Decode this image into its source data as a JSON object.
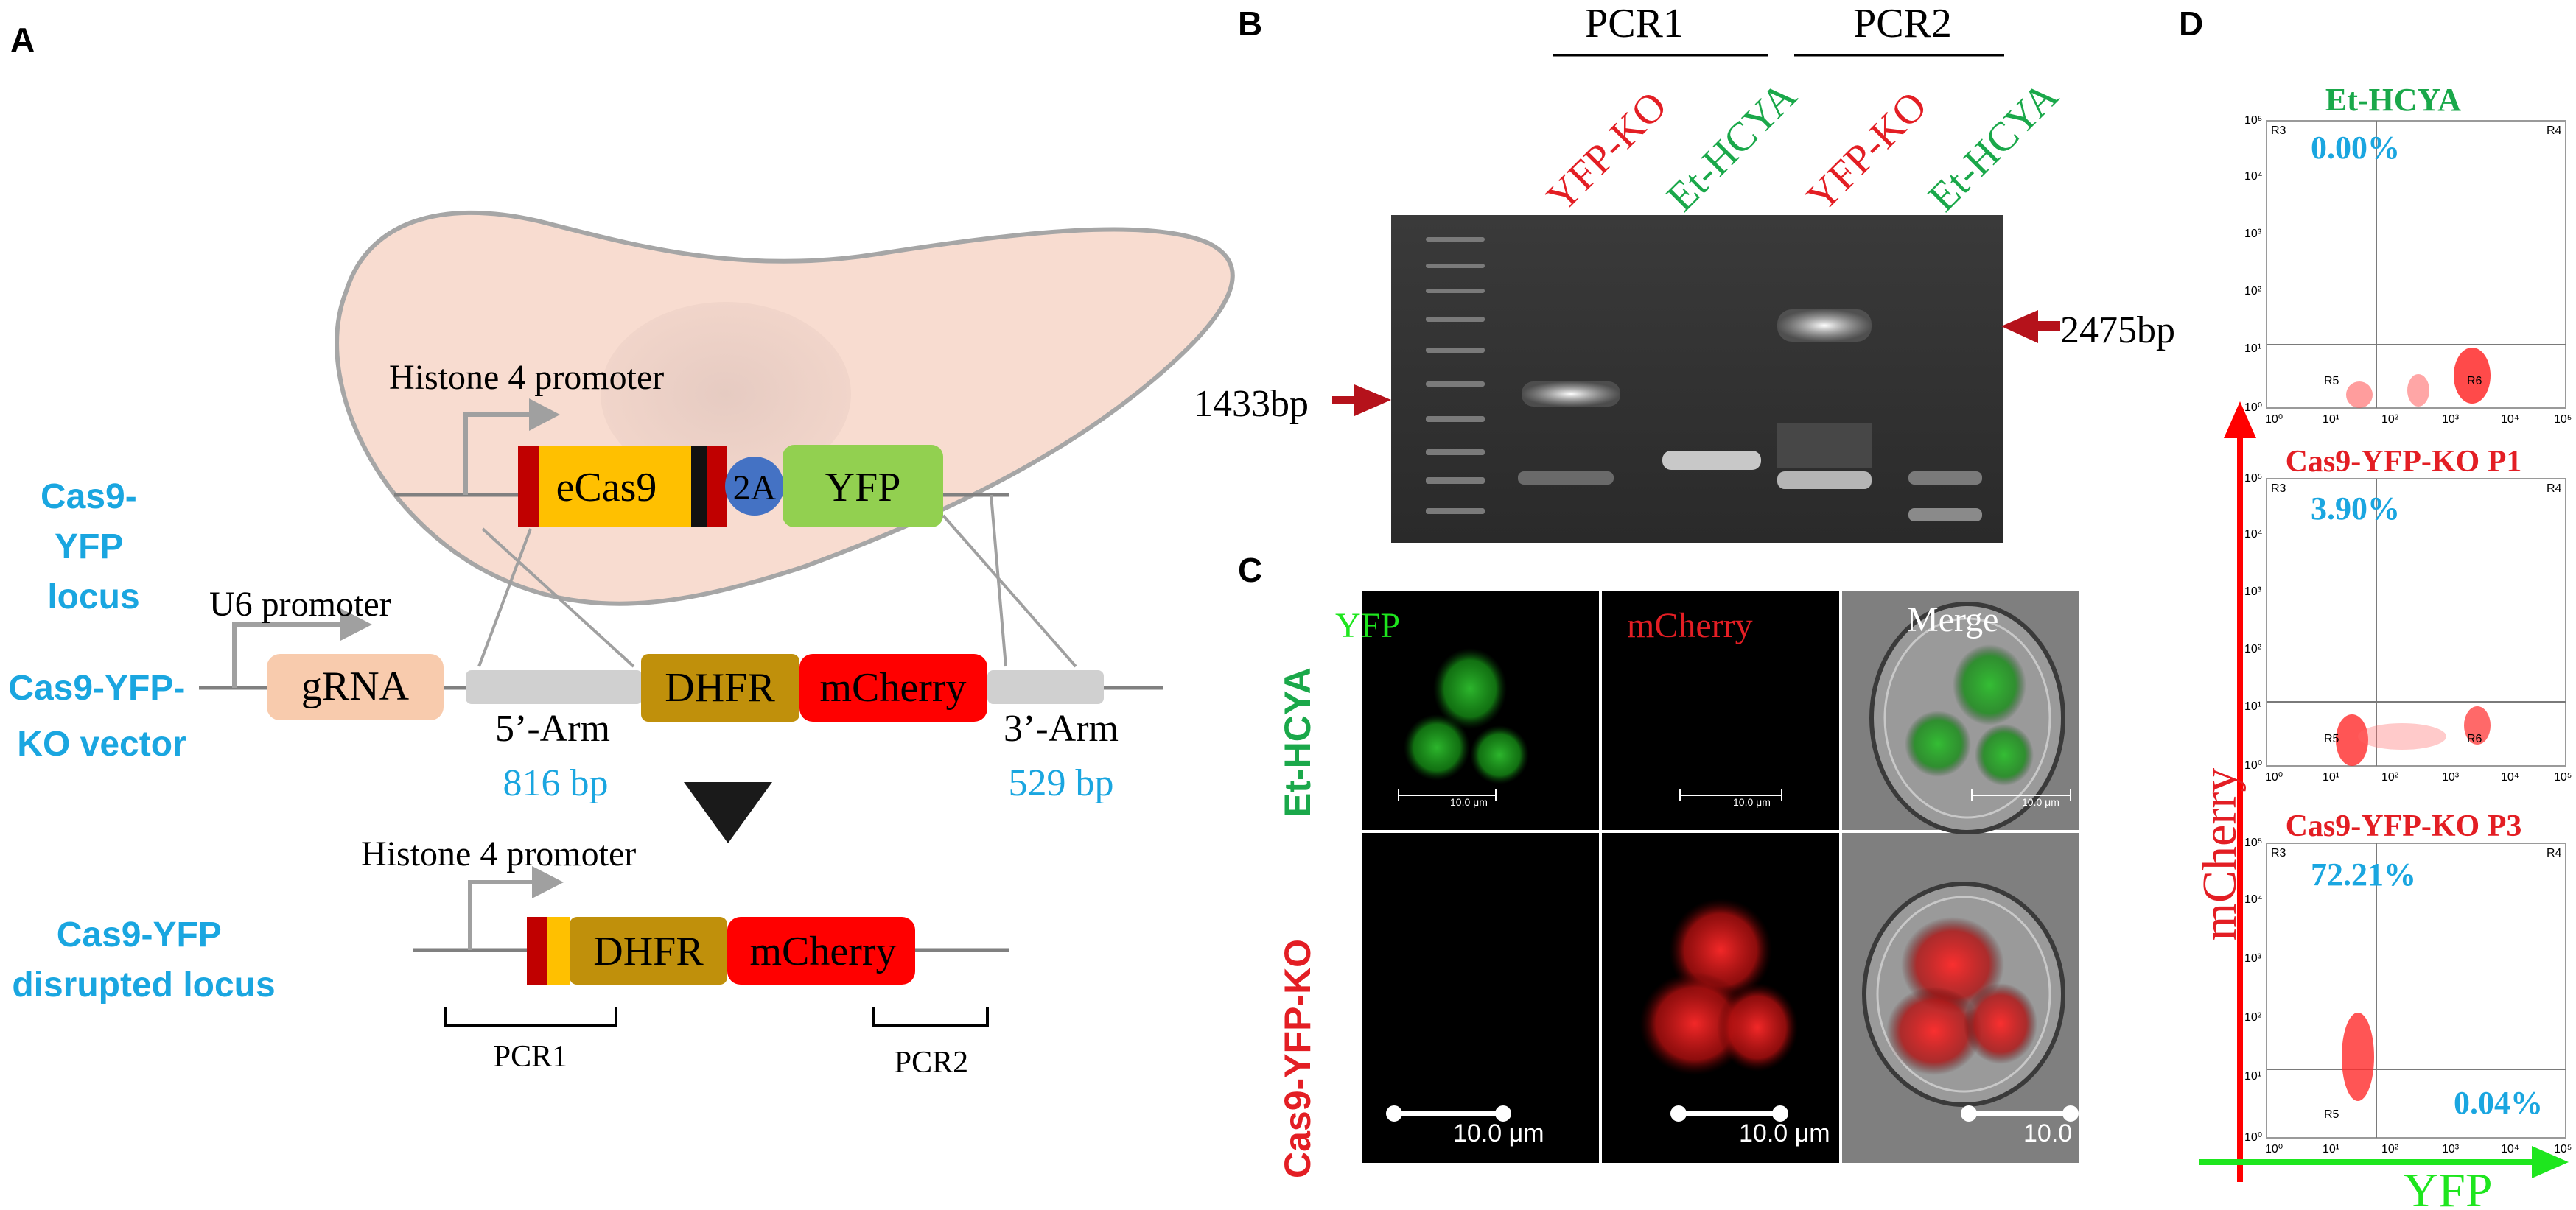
{
  "colors": {
    "blue_label": "#1aa6e0",
    "green_label": "#1aa84a",
    "red_label": "#e31e24",
    "dark_red_arrow": "#b5121b",
    "cell_fill": "#f8dcd0",
    "nucleus_fill": "#eccfc4",
    "ecas9": "#ffc000",
    "dhfr": "#c0900b",
    "mcherry": "#ff0000",
    "yfp_box": "#92d050",
    "grna": "#f8cbad",
    "twoa": "#4472c4",
    "arm_gray": "#d0d0d0",
    "yfp_green_axis": "#1ee61e"
  },
  "panel_labels": {
    "a": "A",
    "b": "B",
    "c": "C",
    "d": "D"
  },
  "panel_a": {
    "histone_promoter_top": "Histone 4 promoter",
    "ecas9": "eCas9",
    "twoa": "2A",
    "yfp": "YFP",
    "cas9_yfp_locus": [
      "Cas9-",
      "YFP",
      "locus"
    ],
    "u6_promoter": "U6 promoter",
    "grna": "gRNA",
    "dhfr": "DHFR",
    "mcherry": "mCherry",
    "ko_vector": [
      "Cas9-YFP-",
      "KO vector"
    ],
    "arm5": "5’-Arm",
    "arm5_bp": "816 bp",
    "arm3": "3’-Arm",
    "arm3_bp": "529 bp",
    "histone_promoter_bottom": "Histone 4 promoter",
    "disrupted": [
      "Cas9-YFP",
      "disrupted locus"
    ],
    "pcr1": "PCR1",
    "pcr2": "PCR2"
  },
  "panel_b": {
    "pcr1": "PCR1",
    "pcr2": "PCR2",
    "lanes": [
      "YFP-KO",
      "Et-HCYA",
      "YFP-KO",
      "Et-HCYA"
    ],
    "band_left": "1433bp",
    "band_right": "2475bp"
  },
  "panel_c": {
    "row1": "Et-HCYA",
    "row2": "Cas9-YFP-KO",
    "col_yfp": "YFP",
    "col_mcherry": "mCherry",
    "col_merge": "Merge",
    "scale_small": "10.0 μm",
    "scale": "10.0 μm"
  },
  "panel_d": {
    "axis_y": "mCherry",
    "axis_x": "YFP",
    "ticks": [
      "10⁰",
      "10¹",
      "10²",
      "10³",
      "10⁴",
      "10⁵"
    ],
    "regions": [
      "R3",
      "R4",
      "R5",
      "R6"
    ],
    "plots": [
      {
        "title": "Et-HCYA",
        "pct_top": "0.00%",
        "pct_bottom": ""
      },
      {
        "title": "Cas9-YFP-KO P1",
        "pct_top": "3.90%",
        "pct_bottom": ""
      },
      {
        "title": "Cas9-YFP-KO P3",
        "pct_top": "72.21%",
        "pct_bottom": "0.04%"
      }
    ]
  }
}
